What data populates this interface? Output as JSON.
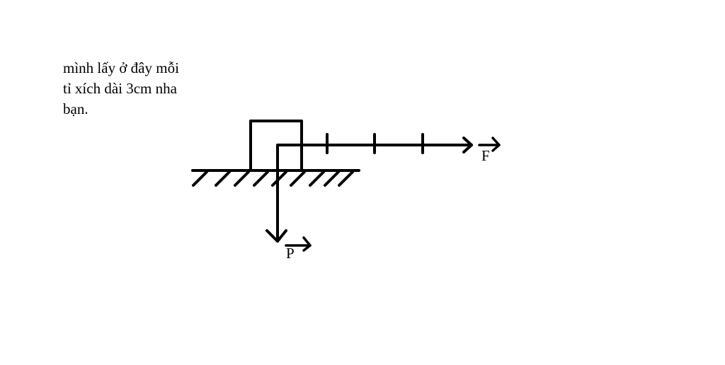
{
  "note": {
    "lines": [
      "mình lấy ở đây mỗi",
      "tỉ xích dài 3cm nha",
      "bạn."
    ]
  },
  "diagram": {
    "stroke_color": "#000000",
    "vectors": [
      {
        "label": "F",
        "direction": "right",
        "scale_units": 4
      },
      {
        "label": "P",
        "direction": "down"
      }
    ]
  }
}
